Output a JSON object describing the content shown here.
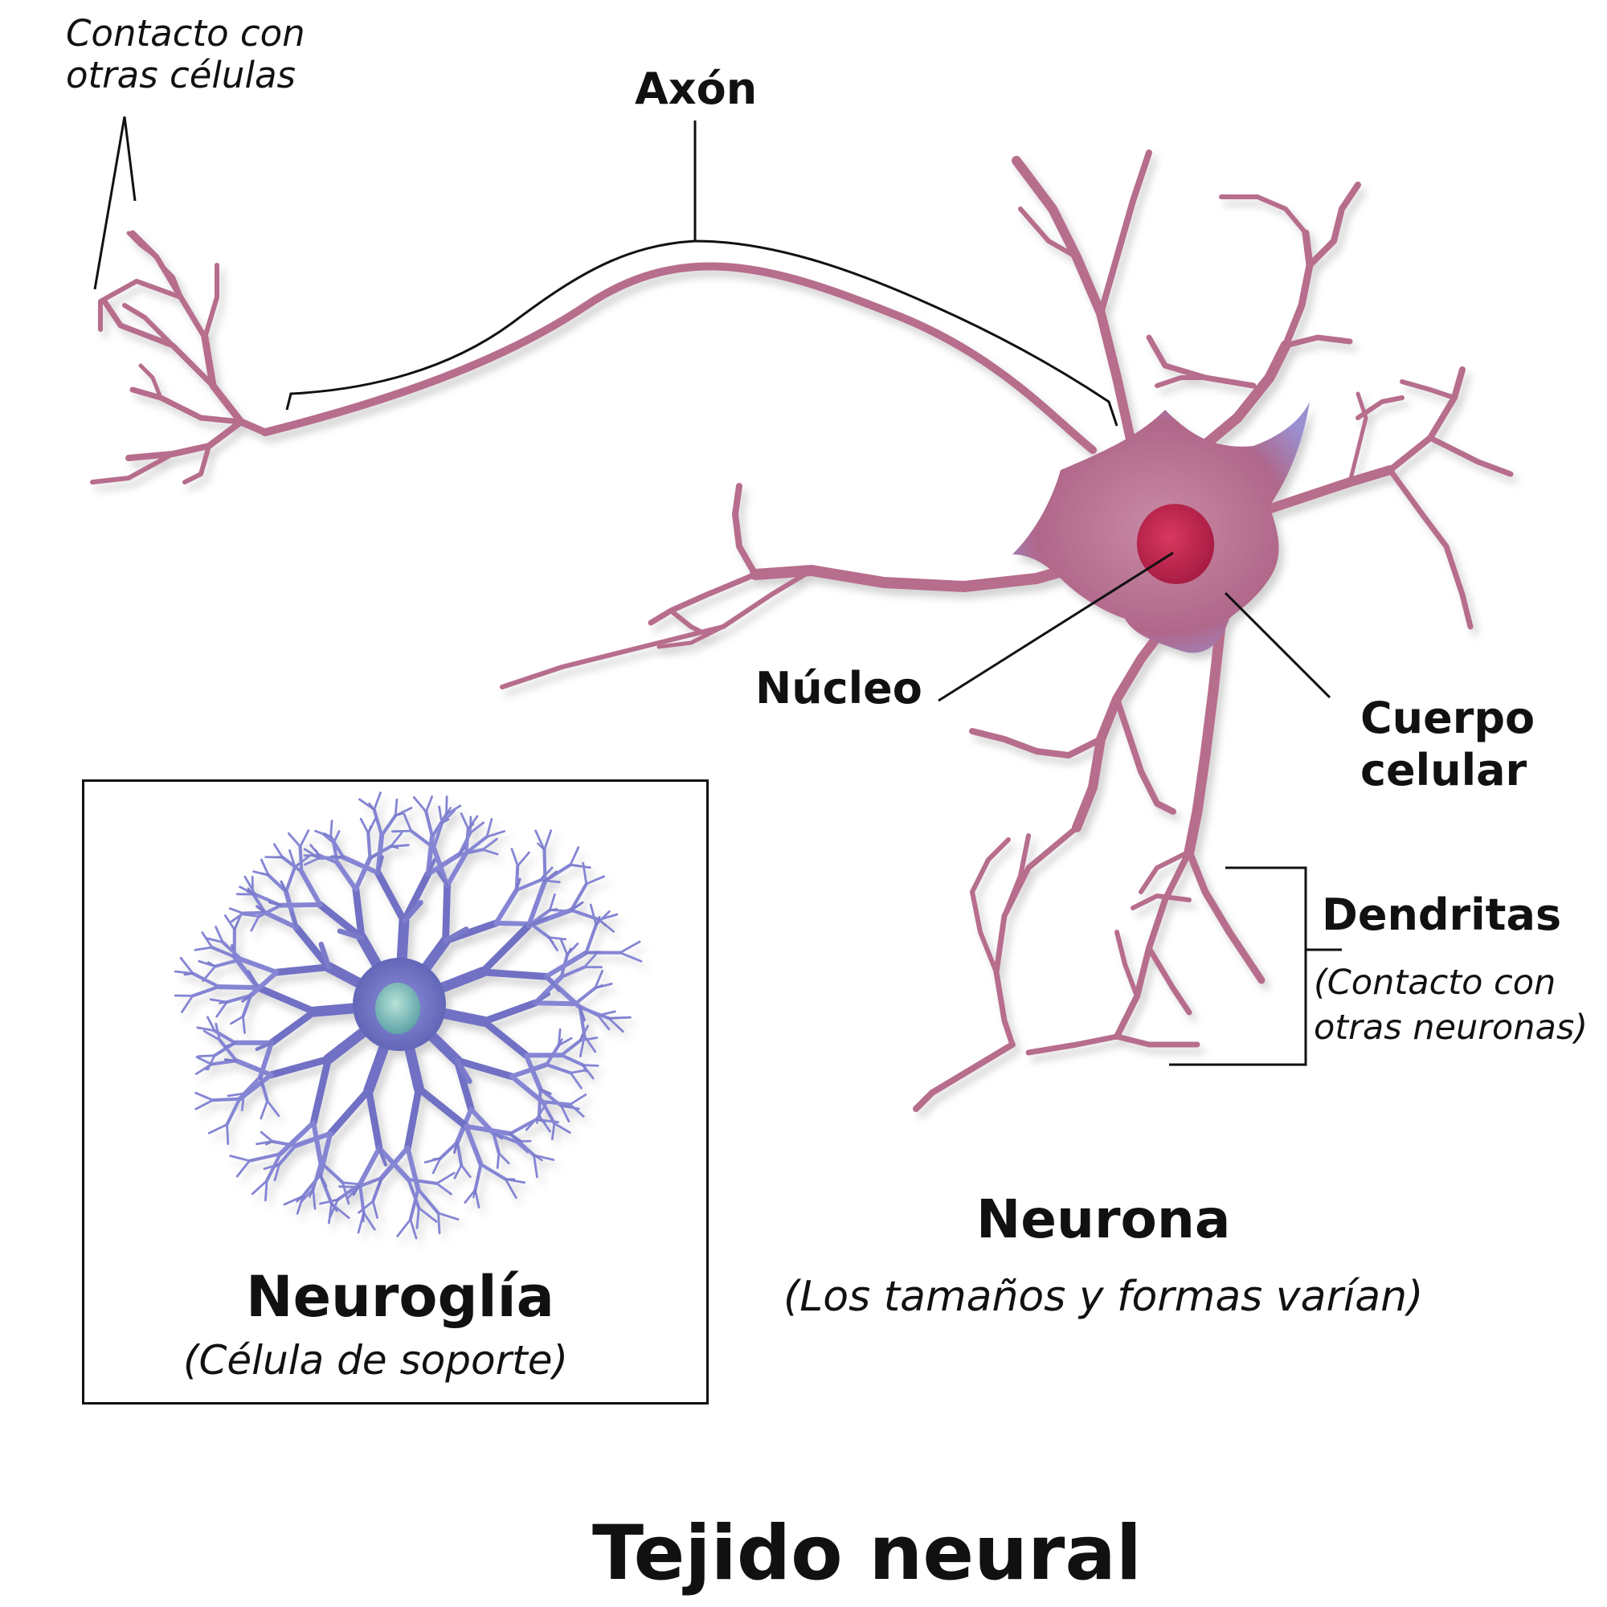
{
  "labels": {
    "contact_cells": [
      "Contacto con",
      "otras células"
    ],
    "axon": "Axón",
    "nucleus": "Núcleo",
    "cell_body": [
      "Cuerpo",
      "celular"
    ],
    "dendrites": "Dendritas",
    "dendrites_note": [
      "(Contacto con",
      "otras neuronas)"
    ],
    "neuron_title": "Neurona",
    "neuron_subtitle": "(Los tamaños y formas varían)",
    "glia_title": "Neuroglía",
    "glia_subtitle": "(Célula de soporte)",
    "figure_title": "Tejido neural"
  },
  "colors": {
    "neuron": "#b76d8c",
    "neuron_highlight": "#d9a6bb",
    "neuron_glow": "#9fb4e6",
    "nucleus": "#c0244f",
    "glia": "#7f7fd0",
    "glia_dark": "#5a5eb0",
    "glia_nucleus": "#7fc0c0",
    "line": "#111111"
  }
}
